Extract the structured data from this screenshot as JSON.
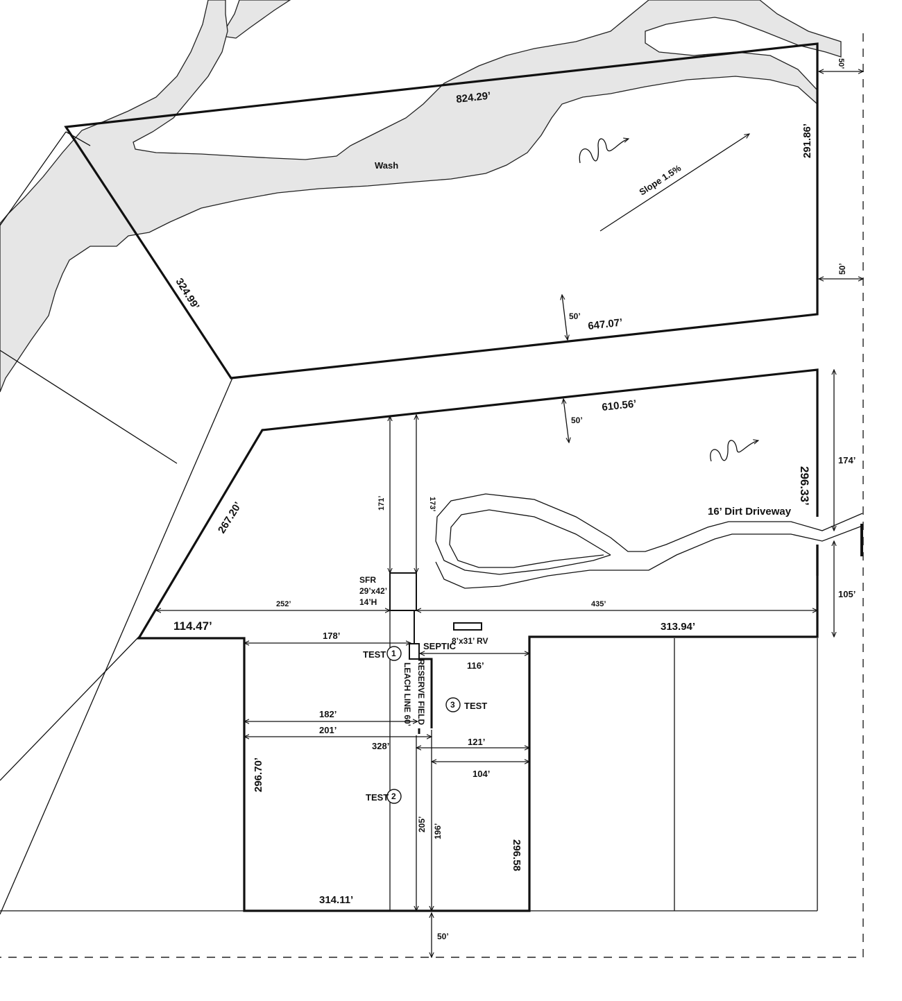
{
  "labels": {
    "wash": "Wash",
    "slope": "Slope 1.5%",
    "driveway": "16’ Dirt Driveway",
    "sfr_line1": "SFR",
    "sfr_line2": "29’x42’",
    "sfr_line3": "14’H",
    "septic": "SEPTIC",
    "rv": "8’x31’ RV",
    "test": "TEST",
    "test1_num": "1",
    "test2_num": "2",
    "test3_num": "3",
    "reserve_field": "RESERVE FIELD",
    "leach_line": "LEACH LINE 60’"
  },
  "dimensions": {
    "top_north": "824.29’",
    "top_east": "291.86’",
    "top_west": "324.99’",
    "top_south": "647.07’",
    "setback_50_ne": "50’",
    "setback_50_e": "50’",
    "setback_50_s_top": "50’",
    "mid_north": "610.56’",
    "setback_50_mid": "50’",
    "mid_east": "296.33’",
    "mid_east_174": "174’",
    "mid_east_105": "105’",
    "mid_west": "267.20’",
    "dim_171": "171’",
    "dim_173": "173’",
    "dim_252": "252’",
    "dim_435": "435’",
    "sw_edge": "114.47’",
    "se_edge": "313.94’",
    "dim_178": "178’",
    "dim_116": "116’",
    "dim_182": "182’",
    "dim_201": "201’",
    "dim_328": "328’",
    "dim_121": "121’",
    "dim_104": "104’",
    "bottom_west": "296.70’",
    "dim_205": "205’",
    "dim_196": "196’",
    "bottom_east": "296.58",
    "bottom_south": "314.11’",
    "setback_50_bottom": "50’"
  }
}
